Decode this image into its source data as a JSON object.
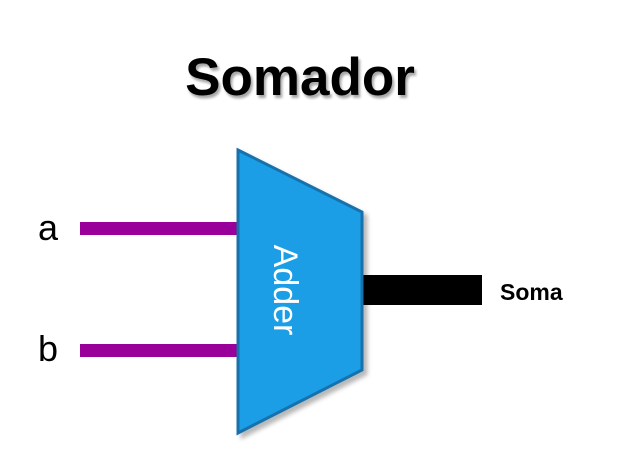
{
  "title": "Somador",
  "block": {
    "label": "Adder",
    "fill_color": "#1a9ee6",
    "stroke_color": "#1271ad"
  },
  "inputs": [
    {
      "label": "a",
      "wire_color": "#990099"
    },
    {
      "label": "b",
      "wire_color": "#990099"
    }
  ],
  "output": {
    "label": "Soma",
    "wire_color": "#000000"
  }
}
